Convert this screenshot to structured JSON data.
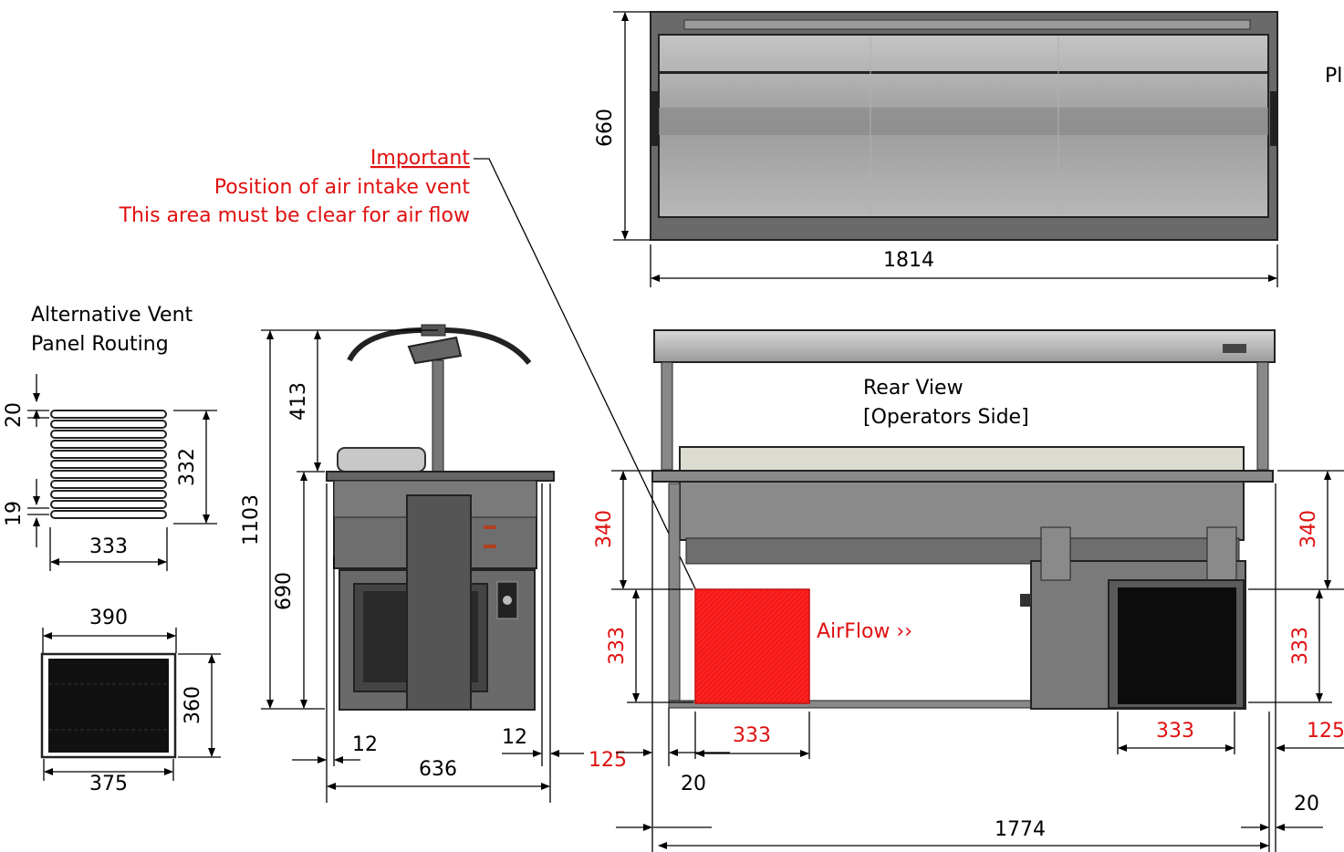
{
  "labels": {
    "plan": "Pl",
    "rear_view_1": "Rear View",
    "rear_view_2": "[Operators Side]",
    "alt_vent_1": "Alternative Vent",
    "alt_vent_2": "Panel Routing",
    "important": "Important",
    "important_2": "Position of air intake vent",
    "important_3": "This area must be clear for air flow",
    "airflow": "AirFlow ››"
  },
  "dimensions": {
    "plan_depth": "660",
    "plan_width": "1814",
    "side_total_h": "1103",
    "side_canopy_h": "413",
    "side_body_h": "690",
    "side_left_gap": "12",
    "side_right_gap": "12",
    "side_clear": "125",
    "side_width": "636",
    "vent_20": "20",
    "vent_19": "19",
    "vent_332": "332",
    "vent_333": "333",
    "panel_390": "390",
    "panel_360": "360",
    "panel_375": "375",
    "rear_340_left": "340",
    "rear_333_left": "333",
    "rear_333_bottom_left": "333",
    "rear_20_left": "20",
    "rear_1774": "1774",
    "rear_333_bottom_right": "333",
    "rear_125_right": "125",
    "rear_20_right": "20",
    "rear_340_right": "340",
    "rear_333_right": "333"
  },
  "colors": {
    "accent_red": "#e01010",
    "metal_dark": "#5a5a5a",
    "metal_mid": "#8c8c8c",
    "glass": "#a8a8a8"
  }
}
